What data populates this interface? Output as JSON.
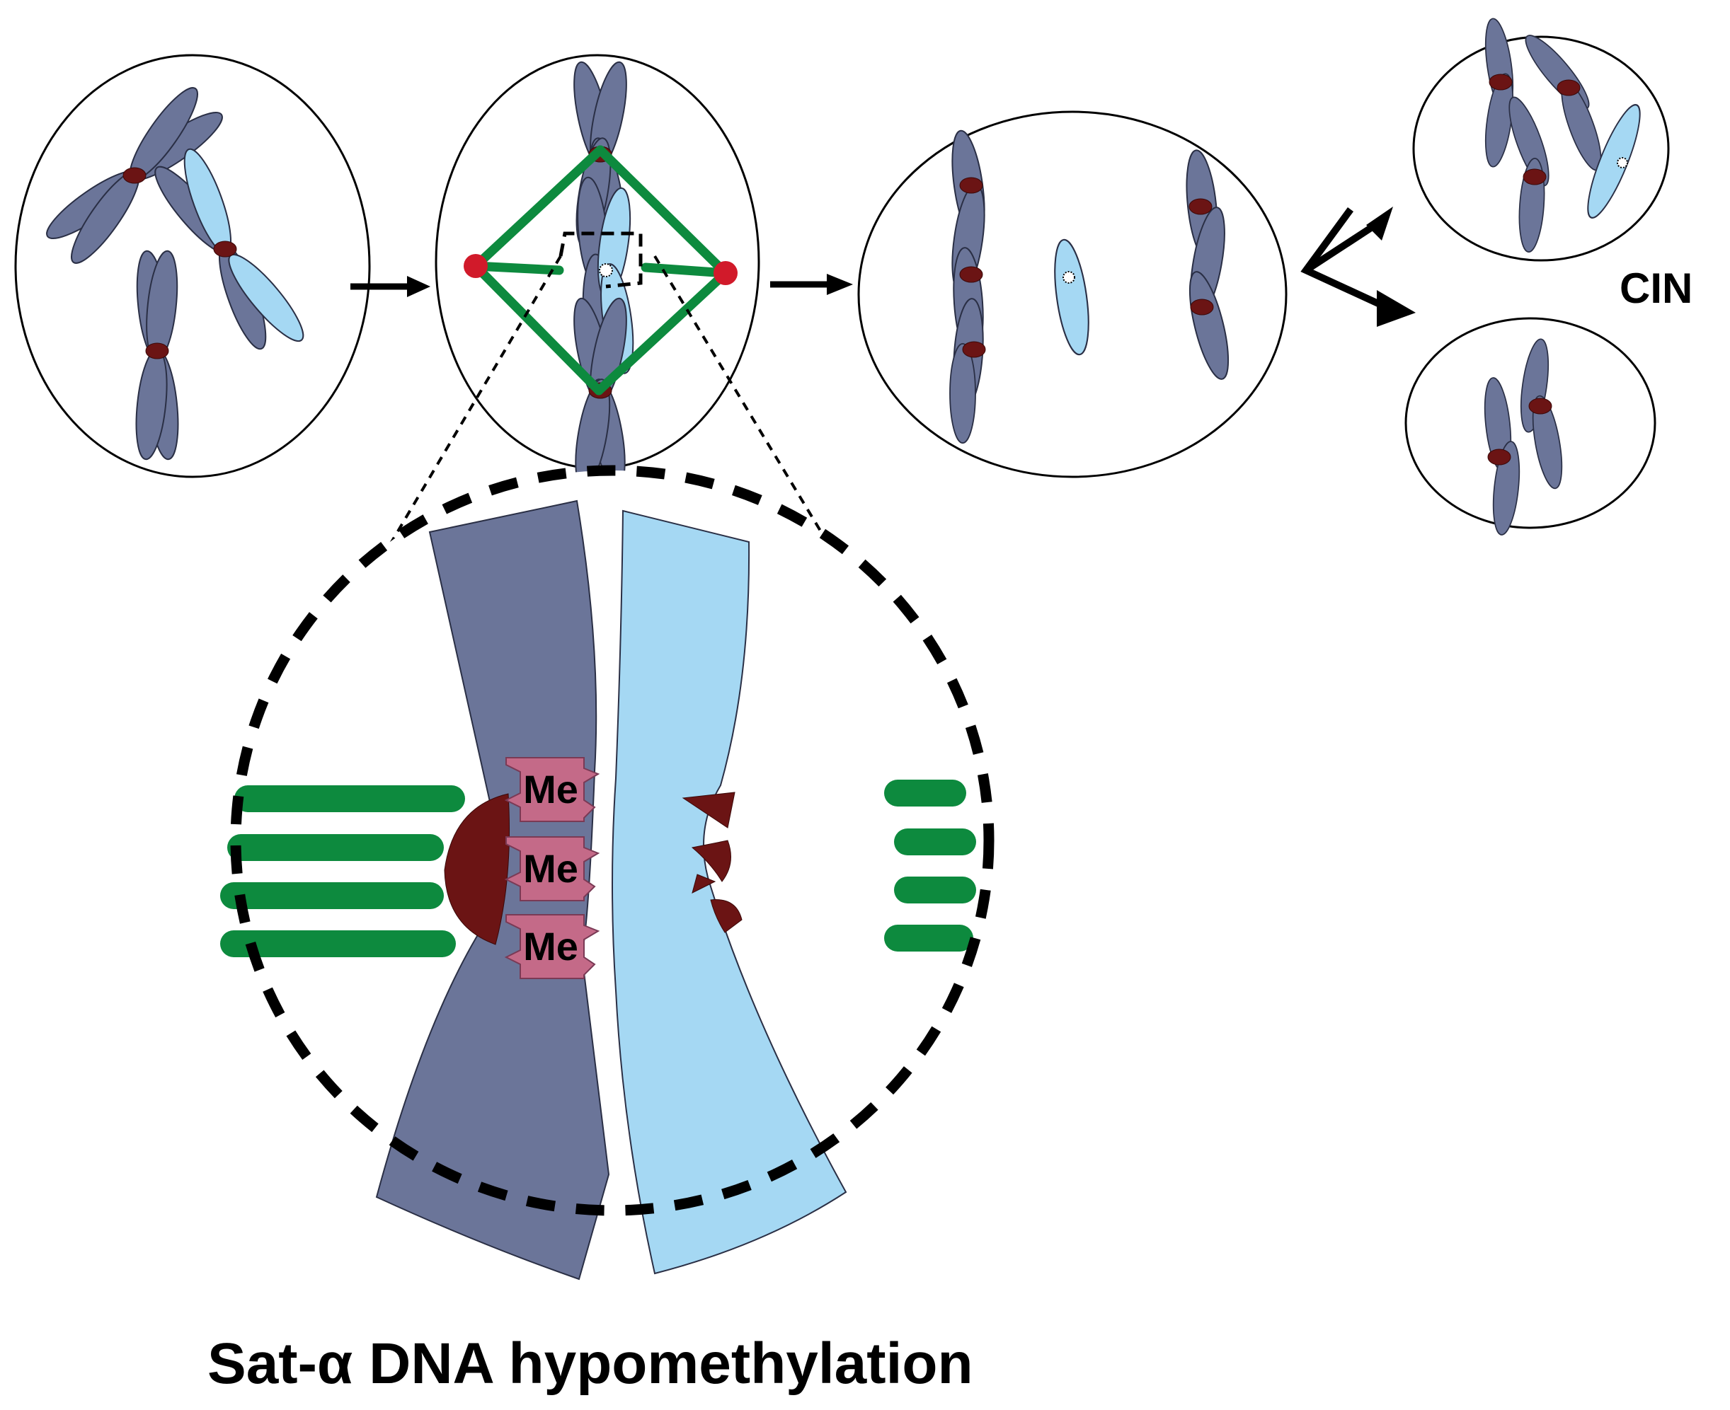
{
  "labels": {
    "cin": "CIN",
    "methyl_mark": "Me",
    "caption": "Sat-α DNA  hypomethylation"
  },
  "colors": {
    "chromosome_normal": "#6b7599",
    "chromosome_hypomethylated": "#a5d8f3",
    "centromere": "#6b1414",
    "spindle": "#0d8a3e",
    "spindle_pole": "#d11a2a",
    "methyl_badge": "#c46a88",
    "outline": "#000000"
  }
}
